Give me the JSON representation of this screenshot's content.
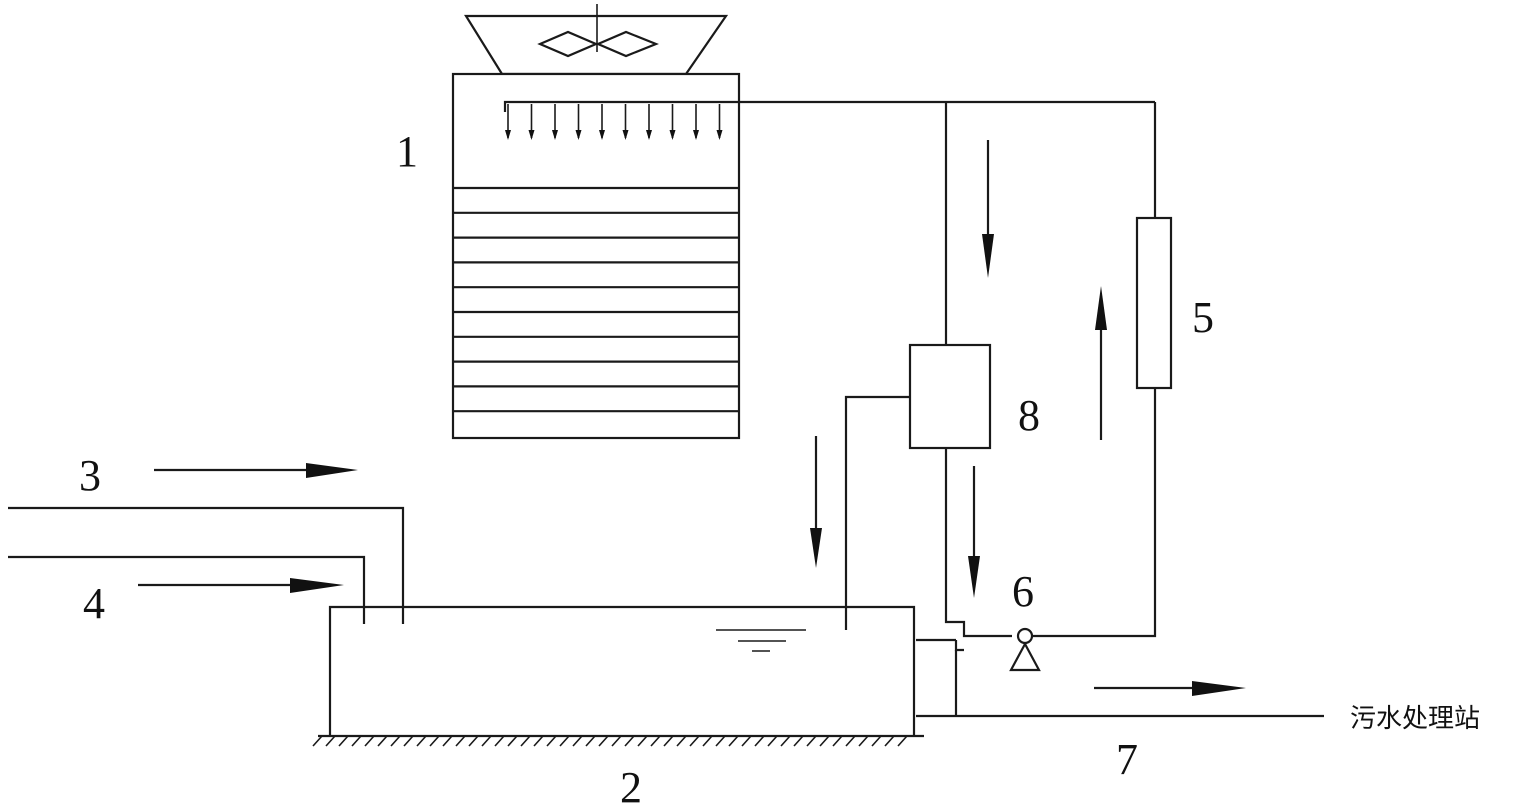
{
  "labels": {
    "cooling_tower": "1",
    "water_tank": "2",
    "inlet_pipe_3": "3",
    "inlet_pipe_4": "4",
    "filter_unit": "5",
    "pump": "6",
    "drain_pipe": "7",
    "treatment_unit": "8",
    "sewage_station": "污水处理站"
  },
  "colors": {
    "line": "#1a1a1a",
    "background": "#ffffff"
  }
}
